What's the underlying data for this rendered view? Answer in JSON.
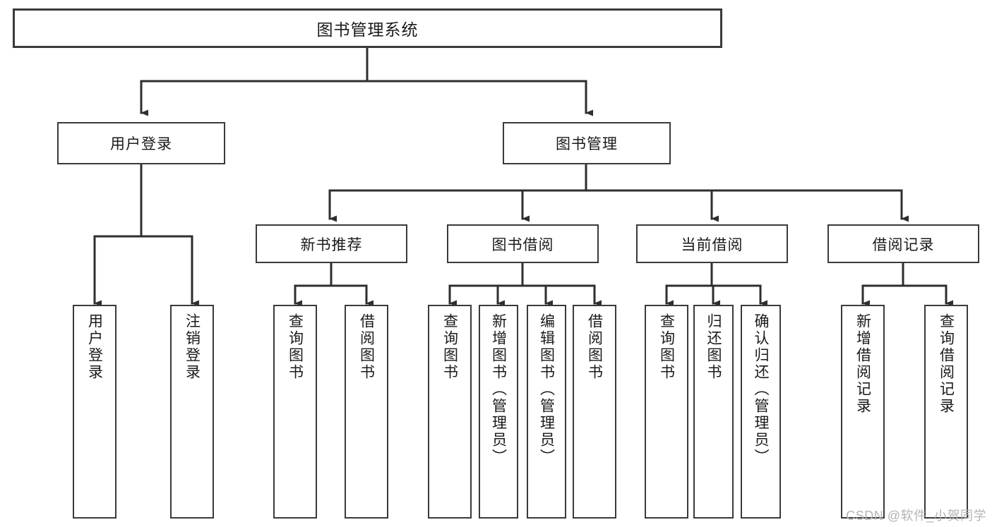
{
  "diagram": {
    "title": "图书管理系统",
    "root": {
      "label": "图书管理系统"
    },
    "level2": [
      {
        "label": "用户登录"
      },
      {
        "label": "图书管理"
      }
    ],
    "level3": [
      {
        "label": "新书推荐"
      },
      {
        "label": "图书借阅"
      },
      {
        "label": "当前借阅"
      },
      {
        "label": "借阅记录"
      }
    ],
    "leaves": {
      "user_login": [
        {
          "label": "用户登录"
        },
        {
          "label": "注销登录"
        }
      ],
      "new_book": [
        {
          "label": "查询图书"
        },
        {
          "label": "借阅图书"
        }
      ],
      "book_borrow": [
        {
          "label": "查询图书"
        },
        {
          "label": "新增图书（管理员）"
        },
        {
          "label": "编辑图书（管理员）"
        },
        {
          "label": "借阅图书"
        }
      ],
      "current_borrow": [
        {
          "label": "查询图书"
        },
        {
          "label": "归还图书"
        },
        {
          "label": "确认归还（管理员）"
        }
      ],
      "borrow_record": [
        {
          "label": "新增借阅记录"
        },
        {
          "label": "查询借阅记录"
        }
      ]
    }
  },
  "watermark": {
    "text": "CSDN @软件_小贺同学"
  },
  "colors": {
    "stroke": "#3a3a3a",
    "background": "#ffffff",
    "text": "#1a1a1a",
    "watermark": "#b4b4b4"
  }
}
